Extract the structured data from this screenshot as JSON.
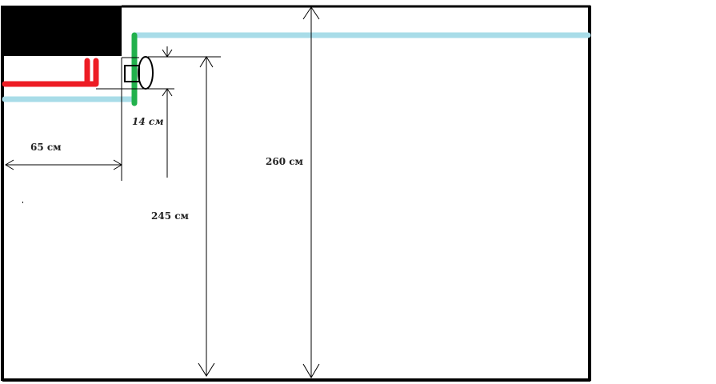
{
  "labels": {
    "width": "65 см",
    "gap": "14 см",
    "height_inner": "245 см",
    "height_room": "260 см"
  },
  "colors": {
    "wall": "#000000",
    "hot_pipe": "#ed1c24",
    "cold_pipe": "#a8dce8",
    "green_pipe": "#22b14c",
    "dimension": "#000000"
  }
}
